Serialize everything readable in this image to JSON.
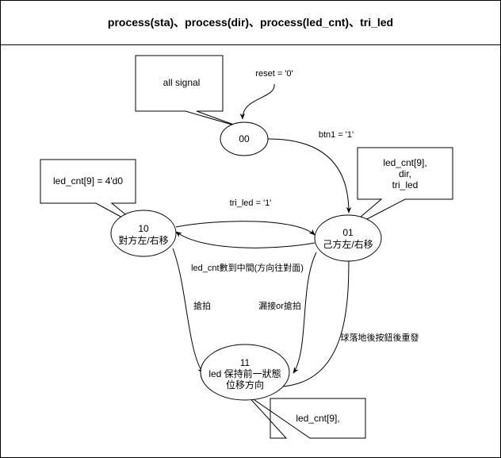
{
  "diagram": {
    "title": "process(sta)、process(dir)、process(led_cnt)、tri_led",
    "states": {
      "s00": {
        "line1": "00"
      },
      "s01": {
        "line1": "01",
        "line2": "己方左/右移"
      },
      "s10": {
        "line1": "10",
        "line2": "對方左/右移"
      },
      "s11": {
        "line1": "11",
        "line2": "led 保持前一狀態",
        "line3": "位移方向"
      }
    },
    "notes": {
      "all_signal": "all signal",
      "led_cnt_4d0": "led_cnt[9] = 4'd0",
      "led_cnt_dir_tri": {
        "line1": "led_cnt[9],",
        "line2": "dir,",
        "line3": "tri_led"
      },
      "led_cnt_only": "led_cnt[9],"
    },
    "transitions": {
      "reset": "reset = '0'",
      "btn1": "btn1 = '1'",
      "tri_led": "tri_led = '1'",
      "led_cnt_middle": "led_cnt數到中間(方向往對面)",
      "swing_left": "搶拍",
      "miss_or_swing": "漏接or搶拍",
      "ball_landed": "球落地後按鈕後重發"
    },
    "colors": {
      "stroke": "#000000",
      "background": "#ffffff"
    }
  }
}
